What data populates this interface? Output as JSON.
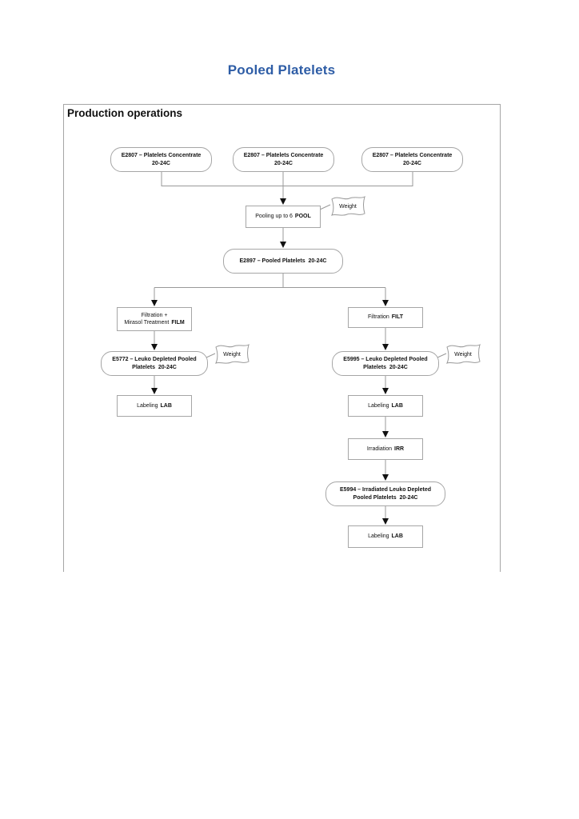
{
  "page": {
    "title": "Pooled Platelets",
    "section_title": "Production operations"
  },
  "colors": {
    "title_blue": "#2E5DA6",
    "connector_gray": "#999999",
    "box_border_gray": "#A6A6A6",
    "arrow_black": "#111111"
  },
  "nodes": {
    "concentrate1": {
      "label": "E2807 – Platelets Concentrate\n20-24C"
    },
    "concentrate2": {
      "label": "E2807 – Platelets Concentrate\n20-24C"
    },
    "concentrate3": {
      "label": "E2807 – Platelets Concentrate\n20-24C"
    },
    "pooling": {
      "label": "Pooling up to 6",
      "keyword": "POOL"
    },
    "pooled_platelets": {
      "label": "E2897 – Pooled Platelets  20-24C"
    },
    "filtration_mirasol": {
      "label": "Filtration +\nMirasol Treatment",
      "keyword": "FILM"
    },
    "filtration": {
      "label": "Filtration",
      "keyword": "FILT"
    },
    "leuko_depleted_mirasol": {
      "label": "E5772 – Leuko Depleted Pooled\nPlatelets  20-24C"
    },
    "leuko_depleted": {
      "label": "E5995 – Leuko Depleted Pooled\nPlatelets  20-24C"
    },
    "labeling_left": {
      "label": "Labeling",
      "keyword": "LAB"
    },
    "labeling_right": {
      "label": "Labeling",
      "keyword": "LAB"
    },
    "irradiation": {
      "label": "Irradiation",
      "keyword": "IRR"
    },
    "irradiated": {
      "label": "E5994 – Irradiated Leuko Depleted\nPooled Platelets  20-24C"
    },
    "labeling_final": {
      "label": "Labeling",
      "keyword": "LAB"
    }
  },
  "annotations": {
    "weight_pooling": "Weight",
    "weight_left": "Weight",
    "weight_right": "Weight"
  }
}
